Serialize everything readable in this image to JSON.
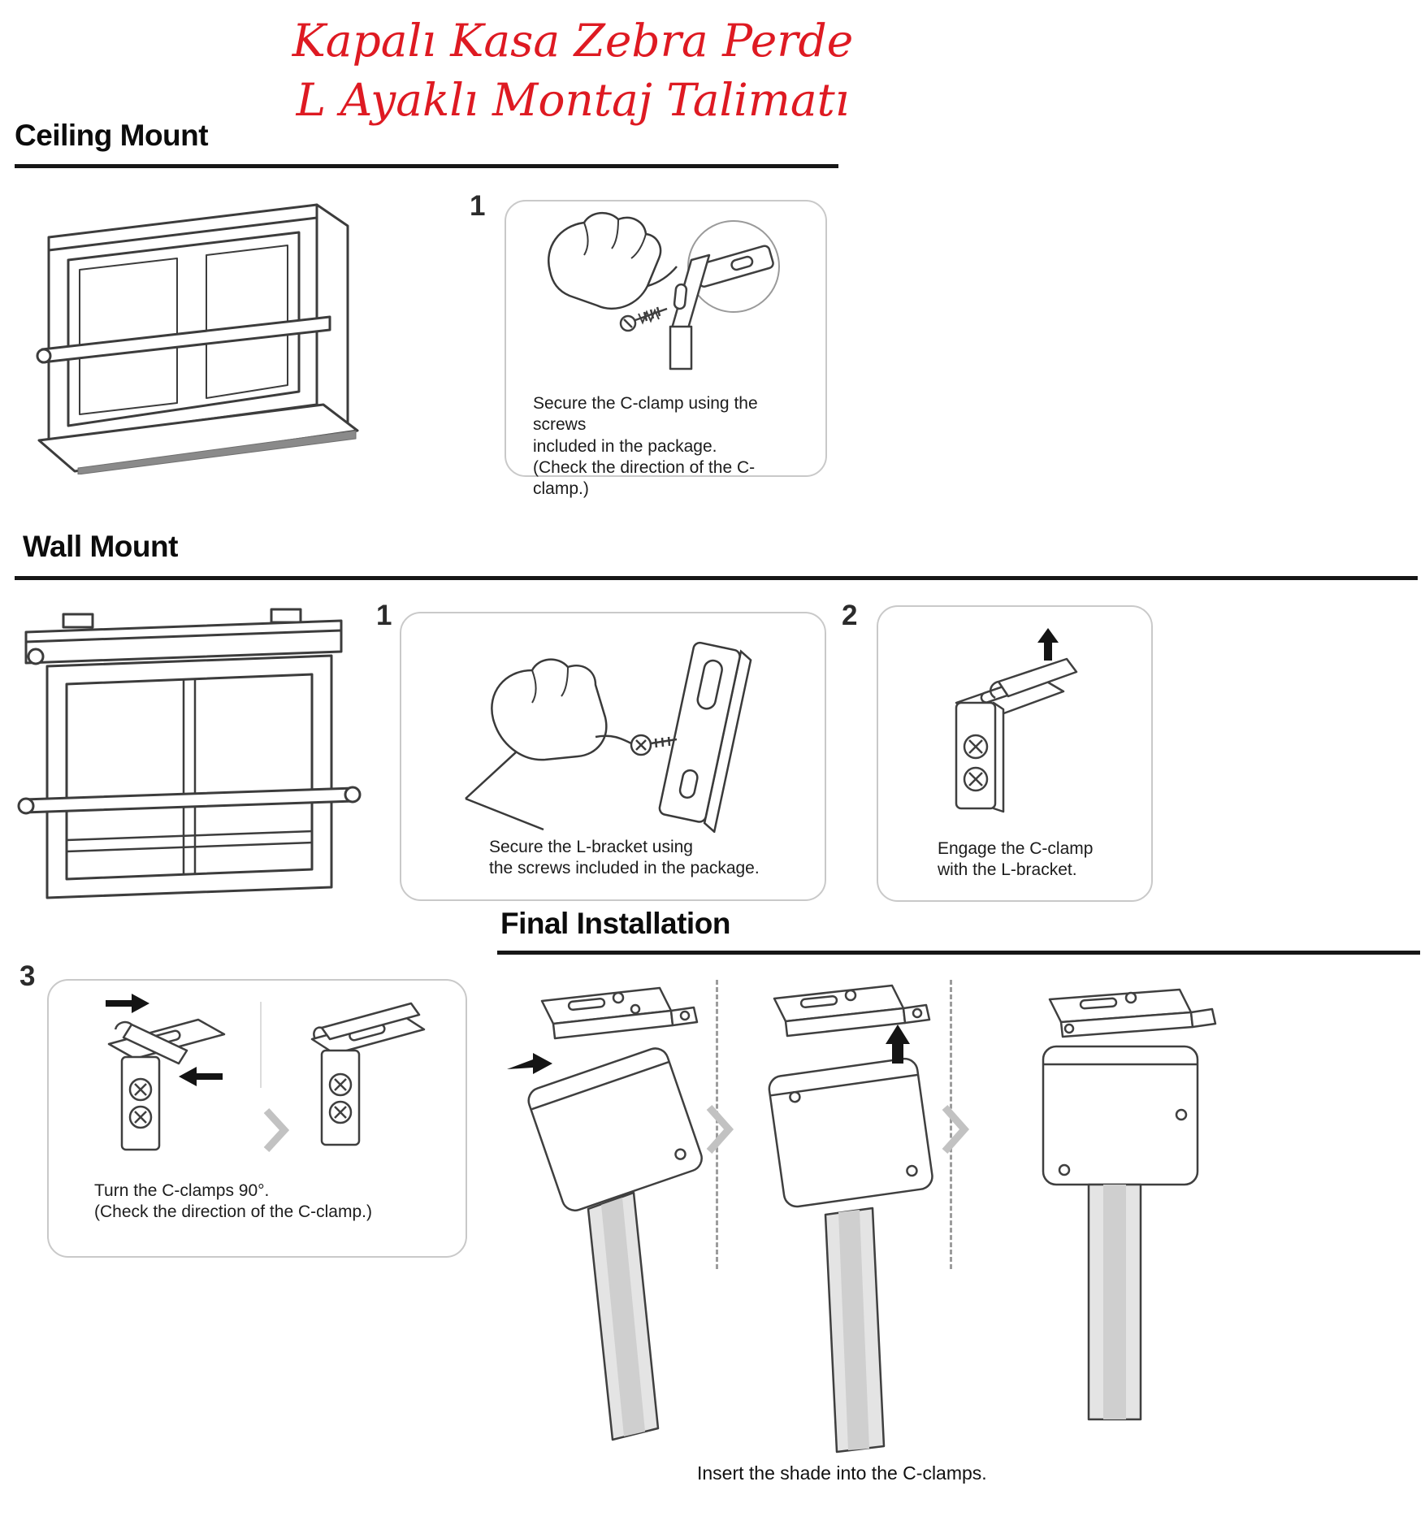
{
  "title": {
    "line1": "Kapalı Kasa Zebra Perde",
    "line2": "L Ayaklı Montaj Talimatı",
    "color": "#de1a22"
  },
  "ceiling": {
    "heading": "Ceiling Mount",
    "step1": {
      "number": "1",
      "caption_line1": "Secure the C-clamp using the screws",
      "caption_line2": "included in the package.",
      "caption_line3": "(Check the direction of the C-clamp.)"
    }
  },
  "wall": {
    "heading": "Wall Mount",
    "step1": {
      "number": "1",
      "caption_line1": "Secure the L-bracket using",
      "caption_line2": "the screws included in the package."
    },
    "step2": {
      "number": "2",
      "caption_line1": "Engage the C-clamp",
      "caption_line2": "with the L-bracket."
    }
  },
  "final": {
    "heading": "Final Installation",
    "step3": {
      "number": "3",
      "caption_line1": "Turn the C-clamps 90°.",
      "caption_line2": "(Check the direction of the C-clamp.)"
    },
    "bottom_caption": "Insert the shade into the C-clamps."
  }
}
